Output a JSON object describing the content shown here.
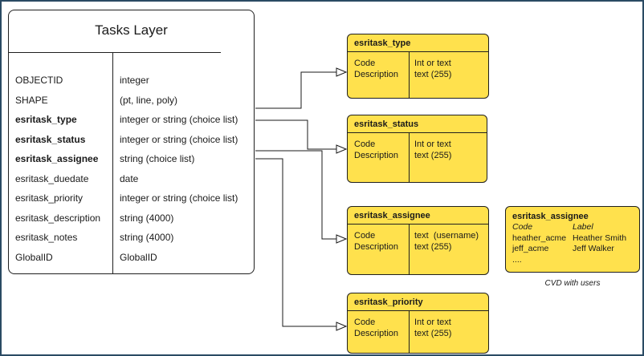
{
  "colors": {
    "domain_box_fill": "#FFE14D",
    "box_border": "#1F1F1F",
    "canvas_border": "#2A4A63",
    "main_box_fill": "#FFFFFF",
    "text": "#1A1A1A"
  },
  "main_table": {
    "title": "Tasks Layer",
    "rows": [
      {
        "field": "OBJECTID",
        "type": "integer"
      },
      {
        "field": "SHAPE",
        "type": "(pt, line, poly)"
      },
      {
        "field": "esritask_type",
        "type": "integer or string (choice list)"
      },
      {
        "field": "esritask_status",
        "type": "integer or string (choice list)"
      },
      {
        "field": "esritask_assignee",
        "type": "string (choice list)"
      },
      {
        "field": "esritask_duedate",
        "type": "date"
      },
      {
        "field": "esritask_priority",
        "type": "integer or string (choice list)"
      },
      {
        "field": "esritask_description",
        "type": "string (4000)"
      },
      {
        "field": "esritask_notes",
        "type": "string (4000)"
      },
      {
        "field": "GlobalID",
        "type": "GlobalID"
      }
    ]
  },
  "domain_boxes": [
    {
      "title": "esritask_type",
      "left_rows": [
        "Code",
        "Description"
      ],
      "right_rows": [
        "Int or text",
        "text (255)"
      ]
    },
    {
      "title": "esritask_status",
      "left_rows": [
        "Code",
        "Description"
      ],
      "right_rows": [
        "Int or text",
        "text (255)"
      ]
    },
    {
      "title": "esritask_assignee",
      "left_rows": [
        "Code",
        "Description"
      ],
      "right_rows": [
        "text  (username)",
        "text (255)"
      ]
    },
    {
      "title": "esritask_priority",
      "left_rows": [
        "Code",
        "Description"
      ],
      "right_rows": [
        "Int or text",
        "text (255)"
      ]
    }
  ],
  "cvd_box": {
    "title": "esritask_assignee",
    "col_headers": [
      "Code",
      "Label"
    ],
    "rows": [
      {
        "code": "heather_acme",
        "label": "Heather Smith"
      },
      {
        "code": "jeff_acme",
        "label": "Jeff Walker"
      },
      {
        "code": "....",
        "label": ""
      }
    ],
    "caption": "CVD with users"
  }
}
